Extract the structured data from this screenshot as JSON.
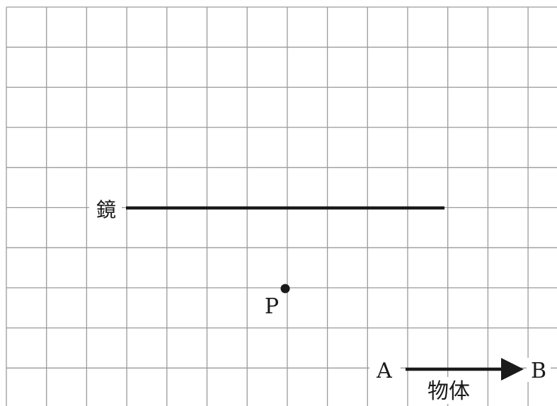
{
  "diagram": {
    "grid_color": "#9a9a9a",
    "ink_color": "#1a1a1a",
    "mirror": {
      "label": "鏡"
    },
    "point_p": {
      "label": "P"
    },
    "object": {
      "label": "物体",
      "start_label": "A",
      "end_label": "B"
    }
  }
}
